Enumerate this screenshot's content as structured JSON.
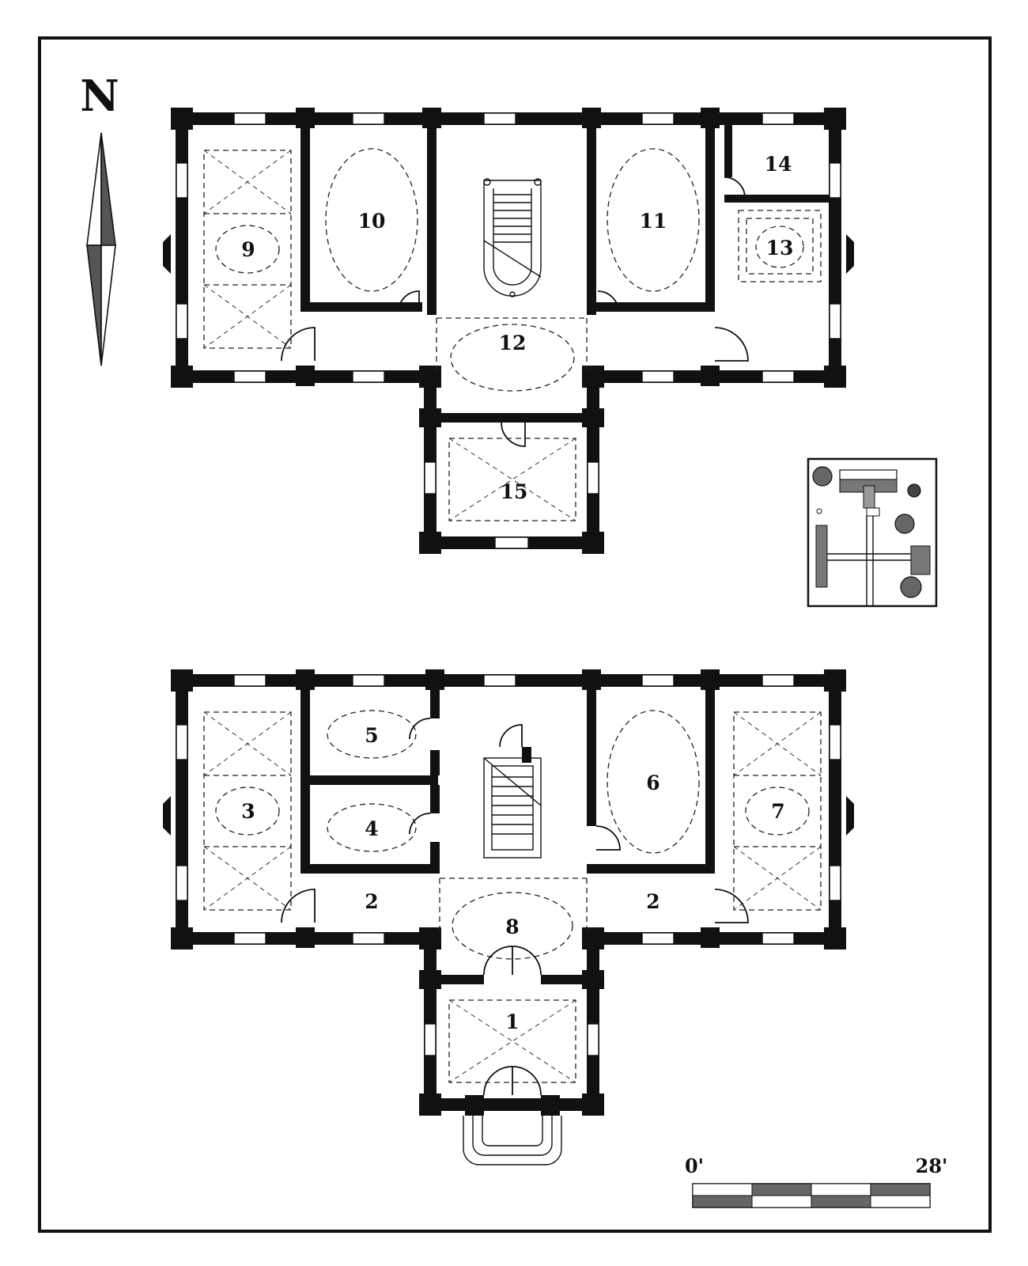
{
  "compass": {
    "label": "N",
    "icon": "north-arrow-icon"
  },
  "upper_floor": {
    "rooms": [
      {
        "id": "9",
        "label": "9"
      },
      {
        "id": "10",
        "label": "10"
      },
      {
        "id": "11",
        "label": "11"
      },
      {
        "id": "12",
        "label": "12"
      },
      {
        "id": "13",
        "label": "13"
      },
      {
        "id": "14",
        "label": "14"
      },
      {
        "id": "15",
        "label": "15"
      }
    ]
  },
  "lower_floor": {
    "rooms": [
      {
        "id": "1",
        "label": "1"
      },
      {
        "id": "2a",
        "label": "2"
      },
      {
        "id": "2b",
        "label": "2"
      },
      {
        "id": "3",
        "label": "3"
      },
      {
        "id": "4",
        "label": "4"
      },
      {
        "id": "5",
        "label": "5"
      },
      {
        "id": "6",
        "label": "6"
      },
      {
        "id": "7",
        "label": "7"
      },
      {
        "id": "8",
        "label": "8"
      }
    ]
  },
  "site_plan": {
    "icon": "site-plan-icon"
  },
  "scale_bar": {
    "start_label": "0'",
    "end_label": "28'"
  },
  "colors": {
    "ink": "#111111",
    "paper": "#ffffff"
  }
}
